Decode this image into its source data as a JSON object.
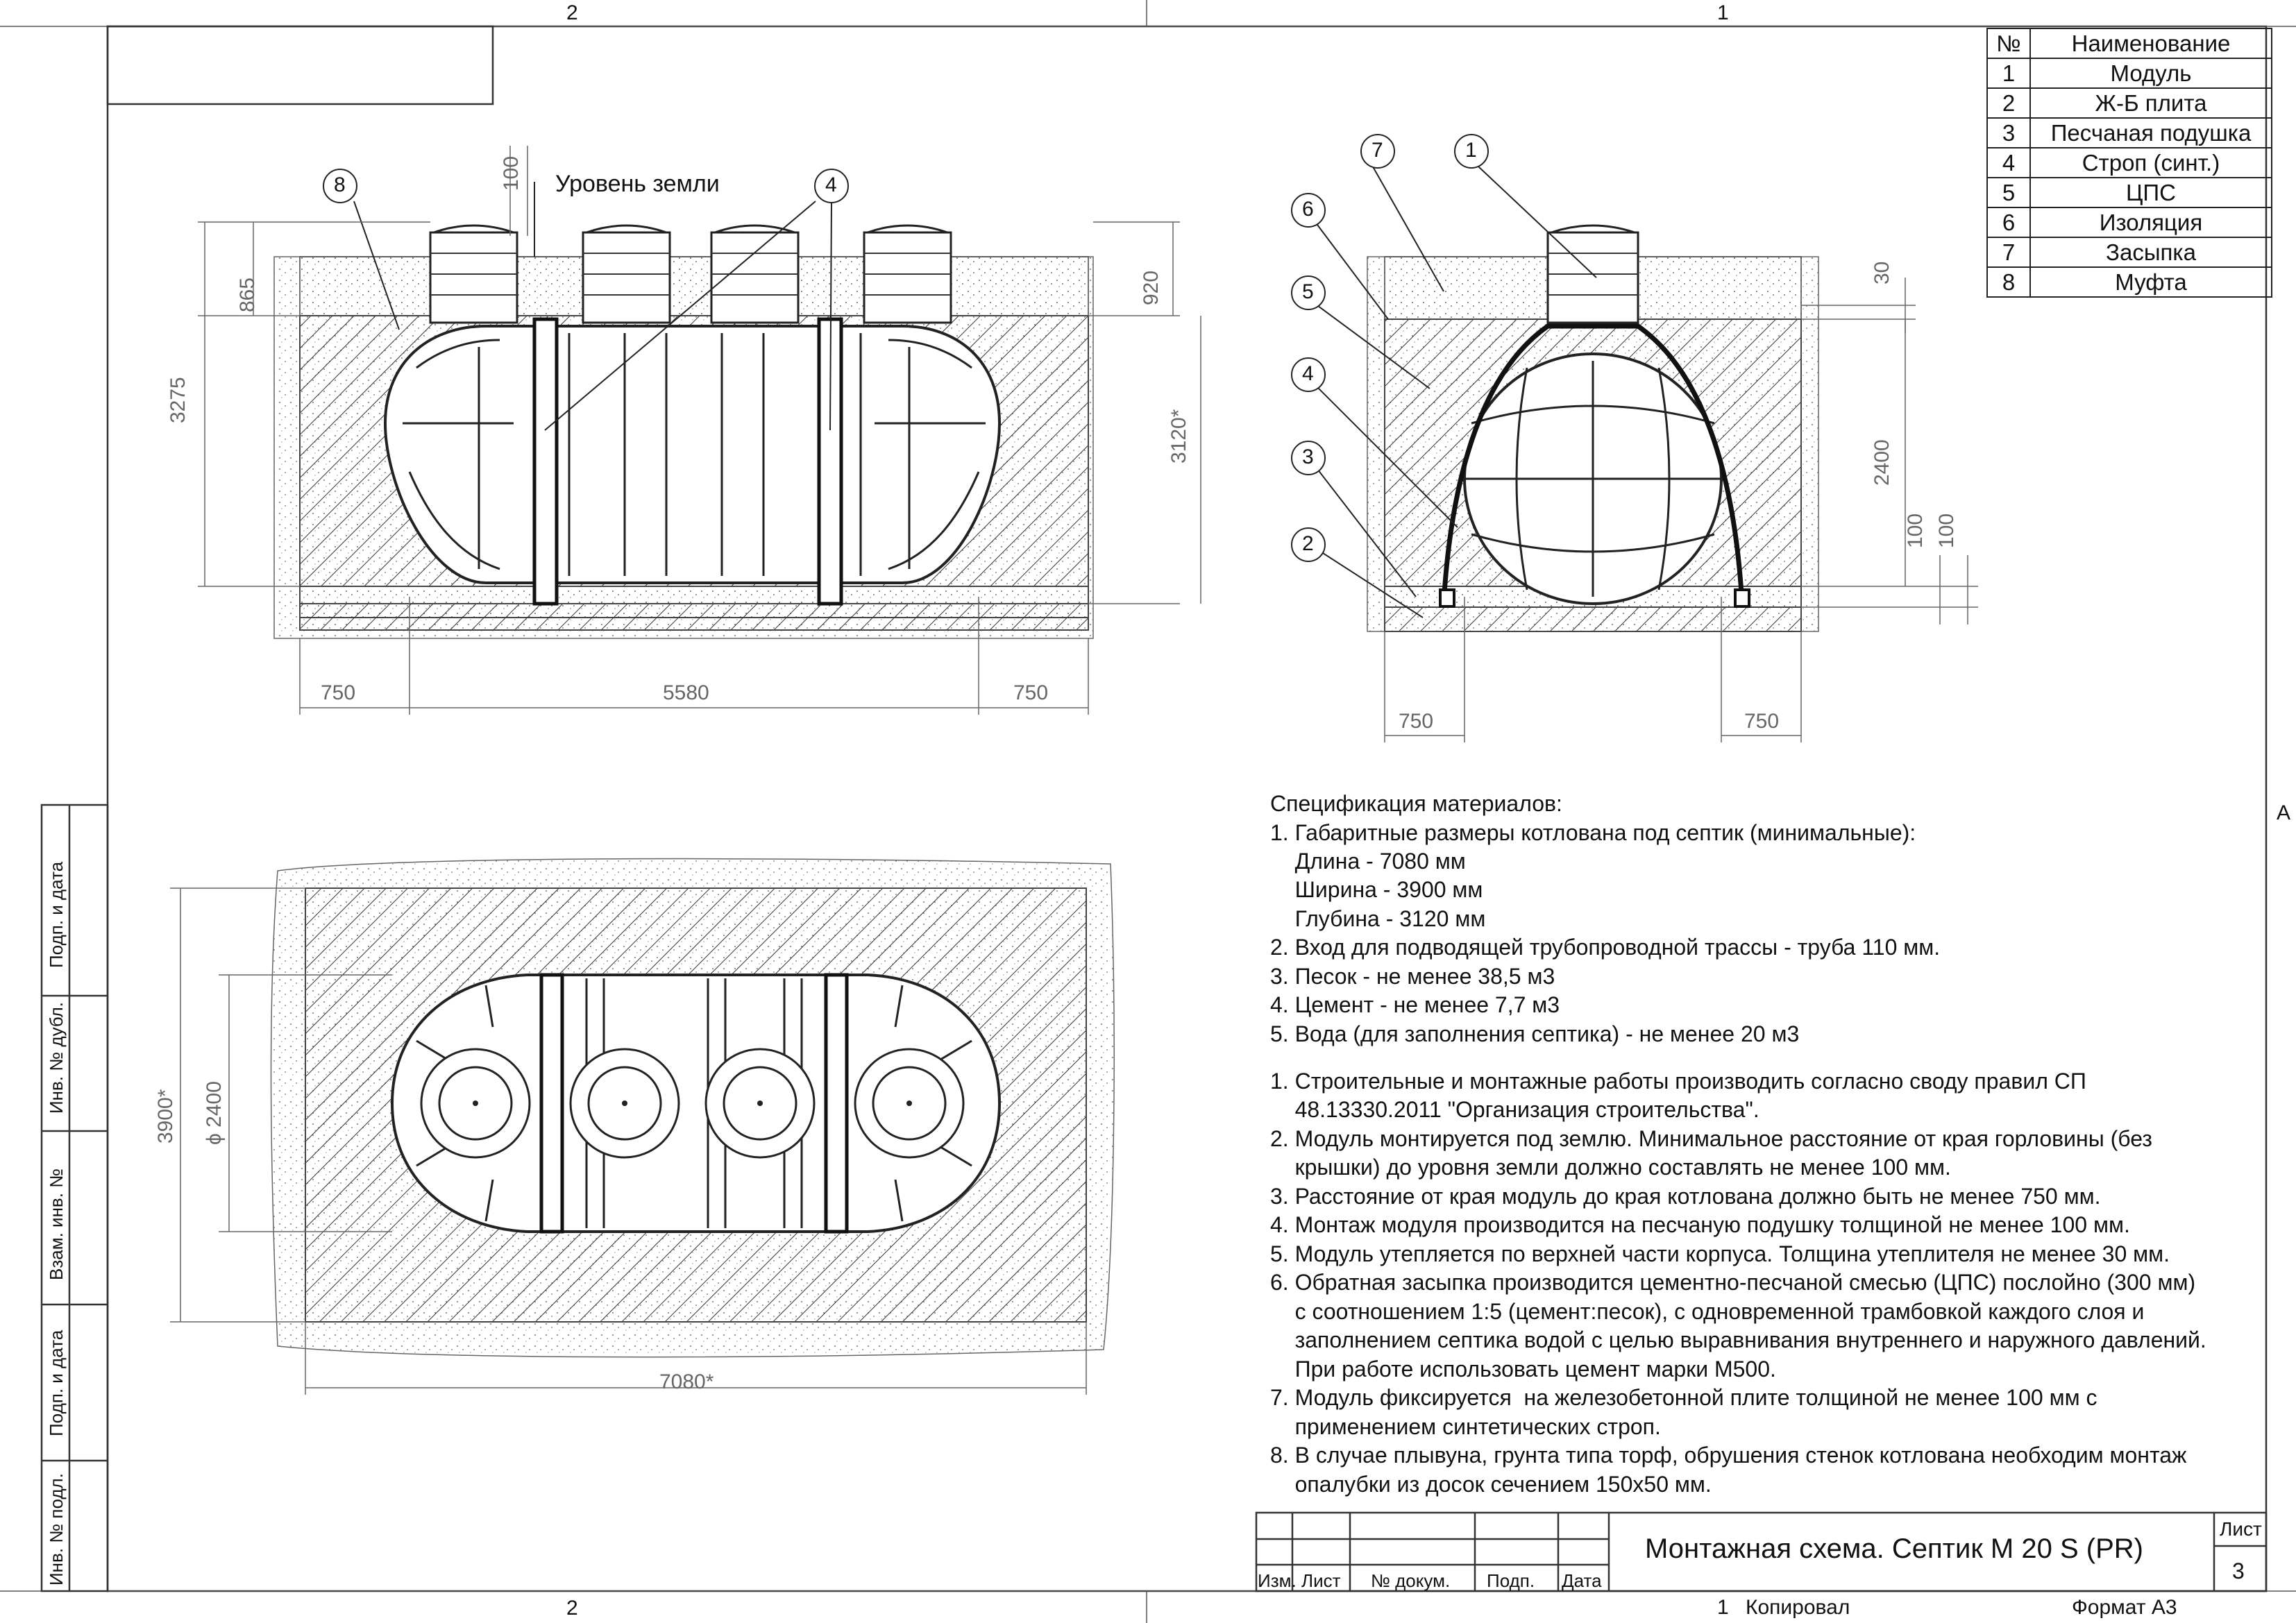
{
  "frame": {
    "top_zone_left": "2",
    "top_zone_right": "1",
    "bottom_zone_left": "2",
    "bottom_zone_right": "1",
    "right_zone": "A"
  },
  "legend": {
    "header": {
      "num": "№",
      "name": "Наименование"
    },
    "items": [
      {
        "num": "1",
        "name": "Модуль"
      },
      {
        "num": "2",
        "name": "Ж-Б плита"
      },
      {
        "num": "3",
        "name": "Песчаная подушка"
      },
      {
        "num": "4",
        "name": "Строп (синт.)"
      },
      {
        "num": "5",
        "name": "ЦПС"
      },
      {
        "num": "6",
        "name": "Изоляция"
      },
      {
        "num": "7",
        "name": "Засыпка"
      },
      {
        "num": "8",
        "name": "Муфта"
      }
    ]
  },
  "side_view": {
    "ground_level": "Уровень земли",
    "callouts": [
      "8",
      "4"
    ],
    "dims": {
      "top_100": "100",
      "d865": "865",
      "d3275": "3275",
      "d920": "920",
      "d3120": "3120*",
      "d750_left": "750",
      "d5580": "5580",
      "d750_right": "750"
    }
  },
  "section_view": {
    "callouts": [
      "7",
      "1",
      "6",
      "5",
      "4",
      "3",
      "2"
    ],
    "dims": {
      "d30": "30",
      "d2400": "2400",
      "d100a": "100",
      "d100b": "100",
      "d750_left": "750",
      "d750_right": "750"
    }
  },
  "plan_view": {
    "dims": {
      "d3900": "3900*",
      "d2400": "ϕ 2400",
      "d7080": "7080*"
    }
  },
  "spec": {
    "title": "Спецификация материалов:",
    "lines": [
      "1. Габаритные размеры котлована под септик (минимальные):",
      "    Длина - 7080 мм",
      "    Ширина - 3900 мм",
      "    Глубина - 3120 мм",
      "2. Вход для подводящей трубопроводной трассы - труба 110 мм.",
      "3. Песок - не менее 38,5 м3",
      "4. Цемент - не менее 7,7 м3",
      "5. Вода (для заполнения септика) - не менее 20 м3",
      "",
      "1. Строительные и монтажные работы производить согласно своду правил СП",
      "    48.13330.2011 \"Организация строительства\".",
      "2. Модуль монтируется под землю. Минимальное расстояние от края горловины (без",
      "    крышки) до уровня земли должно составлять не менее 100 мм.",
      "3. Расстояние от края модуль до края котлована должно быть не менее 750 мм.",
      "4. Монтаж модуля производится на песчаную подушку толщиной не менее 100 мм.",
      "5. Модуль утепляется по верхней части корпуса. Толщина утеплителя не менее 30 мм.",
      "6. Обратная засыпка производится цементно-песчаной смесью (ЦПС) послойно (300 мм)",
      "    с соотношением 1:5 (цемент:песок), с одновременной трамбовкой каждого слоя и",
      "    заполнением септика водой с целью выравнивания внутреннего и наружного давлений.",
      "    При работе использовать цемент марки М500.",
      "7. Модуль фиксируется  на железобетонной плите толщиной не менее 100 мм с",
      "    применением синтетических строп.",
      "8. В случае плывуна, грунта типа торф, обрушения стенок котлована необходим монтаж",
      "    опалубки из досок сечением 150х50 мм."
    ]
  },
  "title_block": {
    "title": "Монтажная схема. Септик М 20 S (PR)",
    "sheet_label": "Лист",
    "sheet_number": "3",
    "cols": [
      "Изм.",
      "Лист",
      "№ докум.",
      "Подп.",
      "Дата"
    ],
    "copied": "Копировал",
    "format": "Формат А3"
  },
  "side_stamp": [
    "Подп. и дата",
    "Инв. № дубл.",
    "Взам. инв. №",
    "Подп. и дата",
    "Инв. № подл."
  ]
}
